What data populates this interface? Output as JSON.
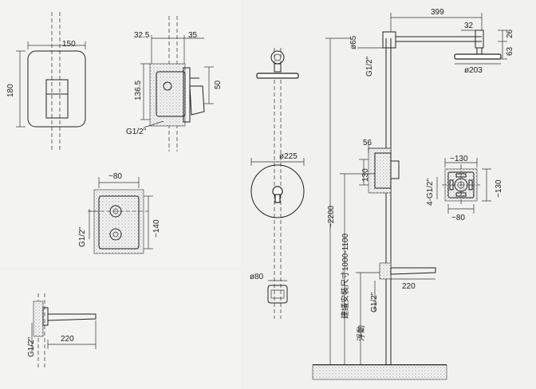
{
  "views": {
    "mixer_front": {
      "width": "150",
      "height": "180"
    },
    "mixer_side": {
      "d1": "32.5",
      "d2": "35",
      "d3": "136.5",
      "d4": "50",
      "thread": "G1/2\""
    },
    "mixer_box": {
      "w": "~80",
      "h": "~140",
      "thread": "G1/2\""
    },
    "spout_side": {
      "length": "220",
      "thread": "G1/2\""
    },
    "shower_front": {
      "head_dia": "ø225",
      "outlet_dia": "ø80"
    },
    "shower_side": {
      "arm": "399",
      "arm_off": "32",
      "head_h": "26",
      "head_w": "63",
      "pipe_dia": "ø65",
      "pipe_thread": "G1/2\"",
      "head_dia": "ø203",
      "valve_w": "56",
      "valve_h": "130",
      "total": "~2200",
      "install_label": "建議安裝尺寸1000-1100",
      "float_label": "浮動",
      "spout_thread": "G1/2\"",
      "spout_len": "220"
    },
    "valve_box": {
      "w_top": "~130",
      "h": "~130",
      "w_bot": "~80",
      "thread": "4-G1/2\""
    }
  }
}
